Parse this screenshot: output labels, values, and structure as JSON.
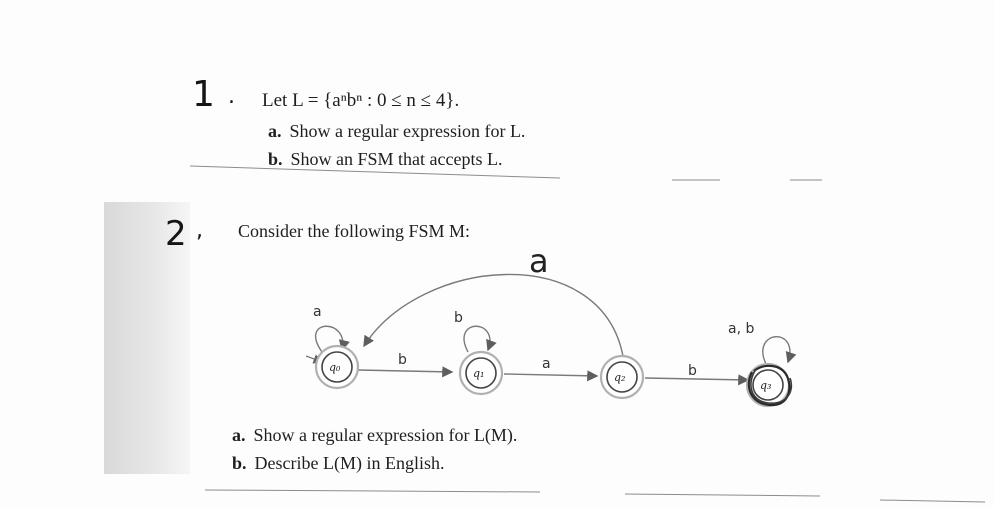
{
  "problem1": {
    "number": "1",
    "marker": ".",
    "statement": "Let L = {aⁿbⁿ : 0 ≤ n ≤ 4}.",
    "items": [
      {
        "label": "a.",
        "text": "Show a regular expression for L."
      },
      {
        "label": "b.",
        "text": "Show an FSM that accepts L."
      }
    ]
  },
  "problem2": {
    "number": "2",
    "marker": ",",
    "intro": "Consider the following FSM M:",
    "fsm": {
      "states": [
        {
          "id": "q0",
          "label": "q₀",
          "accepting": false,
          "start": true
        },
        {
          "id": "q1",
          "label": "q₁",
          "accepting": false,
          "start": false
        },
        {
          "id": "q2",
          "label": "q₂",
          "accepting": false,
          "start": false
        },
        {
          "id": "q3",
          "label": "q₃",
          "accepting": true,
          "start": false
        }
      ],
      "transitions": [
        {
          "from": "q0",
          "to": "q0",
          "label": "a"
        },
        {
          "from": "q0",
          "to": "q1",
          "label": "b"
        },
        {
          "from": "q1",
          "to": "q1",
          "label": "b"
        },
        {
          "from": "q1",
          "to": "q2",
          "label": "a"
        },
        {
          "from": "q2",
          "to": "q0",
          "label": "a"
        },
        {
          "from": "q2",
          "to": "q3",
          "label": "b"
        },
        {
          "from": "q3",
          "to": "q3",
          "label": "a, b"
        }
      ]
    },
    "items": [
      {
        "label": "a.",
        "text": "Show a regular expression for L(M)."
      },
      {
        "label": "b.",
        "text": "Describe L(M) in English."
      }
    ]
  }
}
